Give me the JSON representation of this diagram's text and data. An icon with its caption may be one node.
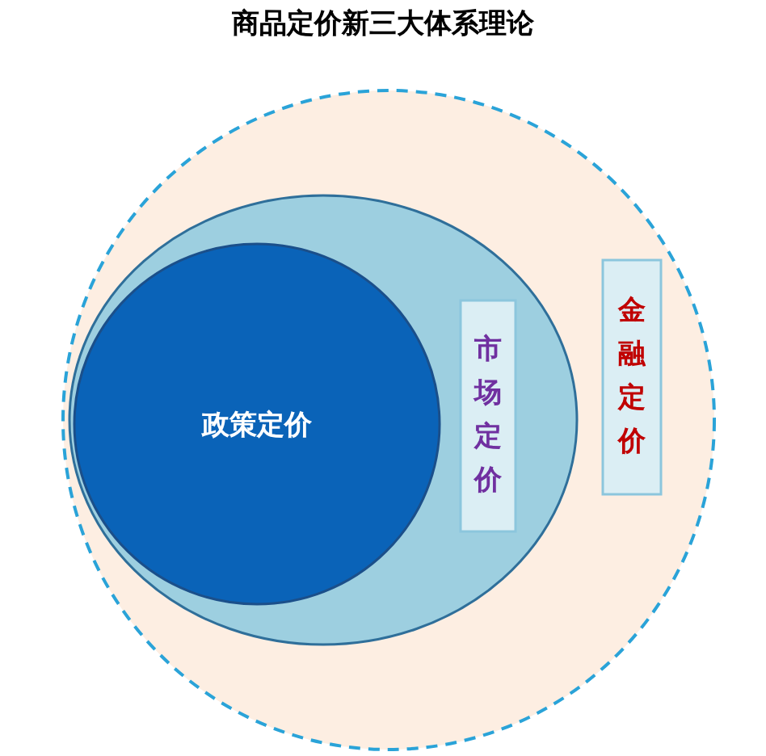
{
  "diagram": {
    "title": "商品定价新三大体系理论",
    "nodes": [
      {
        "text": [],
        "shape": "circle"
      },
      {
        "text": [],
        "shape": "circle",
        "in": 0
      },
      {
        "text": [
          "政策定价"
        ],
        "in": 1
      },
      {
        "text": [
          "市场定价"
        ],
        "in": 1
      },
      {
        "text": [
          "金融定价"
        ],
        "in": 0
      }
    ]
  }
}
